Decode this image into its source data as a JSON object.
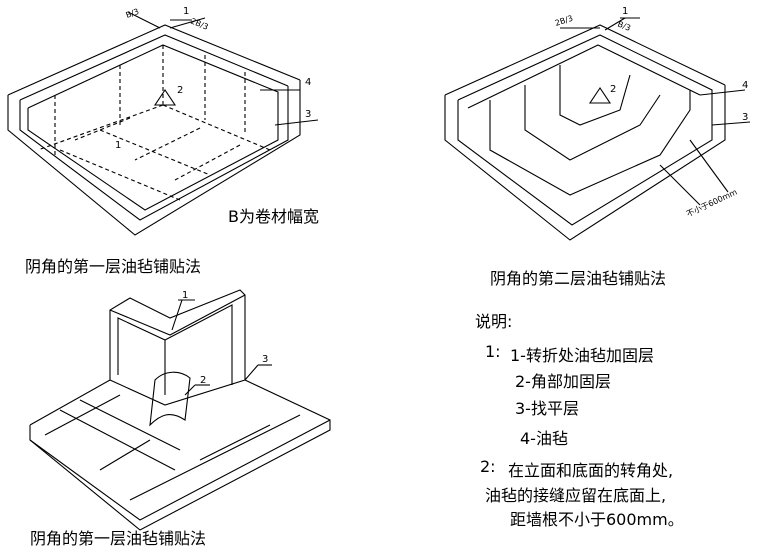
{
  "figure1": {
    "caption": "阴角的第一层油毡铺贴法",
    "note": "B为卷材幅宽",
    "dims": [
      "B/3",
      "2B/3"
    ],
    "labels": [
      "1",
      "2",
      "3",
      "4",
      "1"
    ]
  },
  "figure2": {
    "caption": "阴角的第二层油毡铺贴法",
    "dims": [
      "2B/3",
      "B/3"
    ],
    "min_distance": "不小于600mm",
    "labels": [
      "1",
      "2",
      "3",
      "4"
    ]
  },
  "figure3": {
    "caption": "阴角的第一层油毡铺贴法",
    "labels": [
      "1",
      "2",
      "3"
    ]
  },
  "notes": {
    "title": "说明:",
    "item1_prefix": "1:",
    "items": [
      "1-转折处油毡加固层",
      "2-角部加固层",
      "3-找平层",
      "4-油毡"
    ],
    "item2_prefix": "2:",
    "item2_lines": [
      "在立面和底面的转角处,",
      "油毡的接缝应留在底面上,",
      "距墙根不小于600mm。"
    ]
  }
}
